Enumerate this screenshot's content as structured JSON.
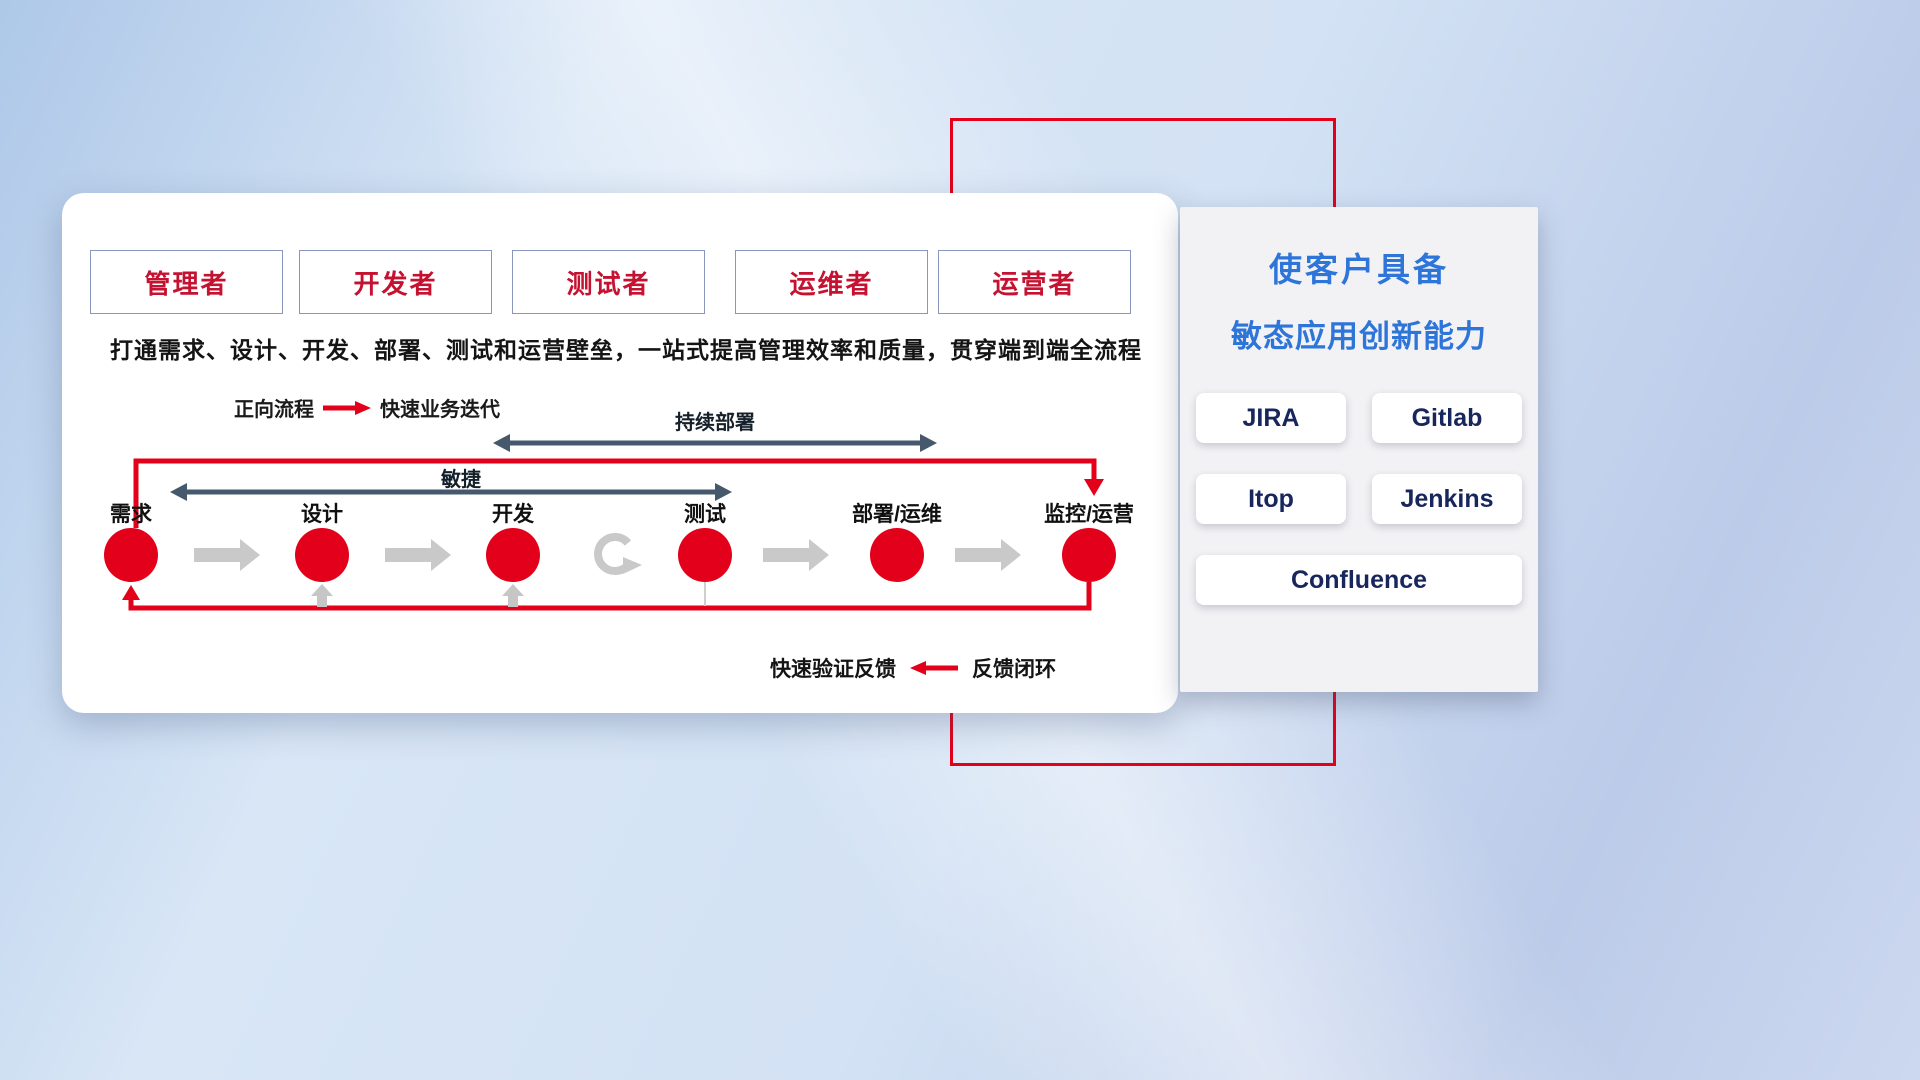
{
  "roles": [
    "管理者",
    "开发者",
    "测试者",
    "运维者",
    "运营者"
  ],
  "headline": "打通需求、设计、开发、部署、测试和运营壁垒，一站式提高管理效率和质量，贯穿端到端全流程",
  "legends": {
    "forward_label": "正向流程",
    "forward_text": "快速业务迭代",
    "feedback_text": "快速验证反馈",
    "feedback_label": "反馈闭环"
  },
  "span_arrows": {
    "continuous_deployment": "持续部署",
    "agile": "敏捷"
  },
  "stages": [
    "需求",
    "设计",
    "开发",
    "测试",
    "部署/运维",
    "监控/运营"
  ],
  "side_panel": {
    "title_line1": "使客户具备",
    "title_line2": "敏态应用创新能力",
    "tools": [
      "JIRA",
      "Gitlab",
      "Itop",
      "Jenkins",
      "Confluence"
    ]
  },
  "icons": {
    "forward_arrow": "red-arrow-right",
    "feedback_arrow": "red-arrow-left",
    "loop": "cycle-loop"
  },
  "colors": {
    "accent_red": "#e2001a",
    "slate": "#46586c",
    "gray_arrow": "#c9c9c9",
    "title_blue": "#2e75d9",
    "tool_navy": "#17265c",
    "role_red": "#c41230"
  }
}
